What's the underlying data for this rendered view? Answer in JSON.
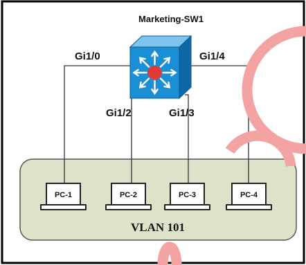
{
  "switch": {
    "name": "Marketing-SW1",
    "icon": "multilayer-switch-icon",
    "color": "#1a8fd6",
    "hub_color": "#e53935"
  },
  "ports": [
    "Gi1/0",
    "Gi1/2",
    "Gi1/3",
    "Gi1/4"
  ],
  "pcs": [
    {
      "label": "PC-1",
      "port": "Gi1/0"
    },
    {
      "label": "PC-2",
      "port": "Gi1/2"
    },
    {
      "label": "PC-3",
      "port": "Gi1/3"
    },
    {
      "label": "PC-4",
      "port": "Gi1/4"
    }
  ],
  "vlan": {
    "label": "VLAN 101",
    "fill": "#dde3c8",
    "border": "#555555"
  },
  "watermark": {
    "color": "#f4a3a3"
  }
}
